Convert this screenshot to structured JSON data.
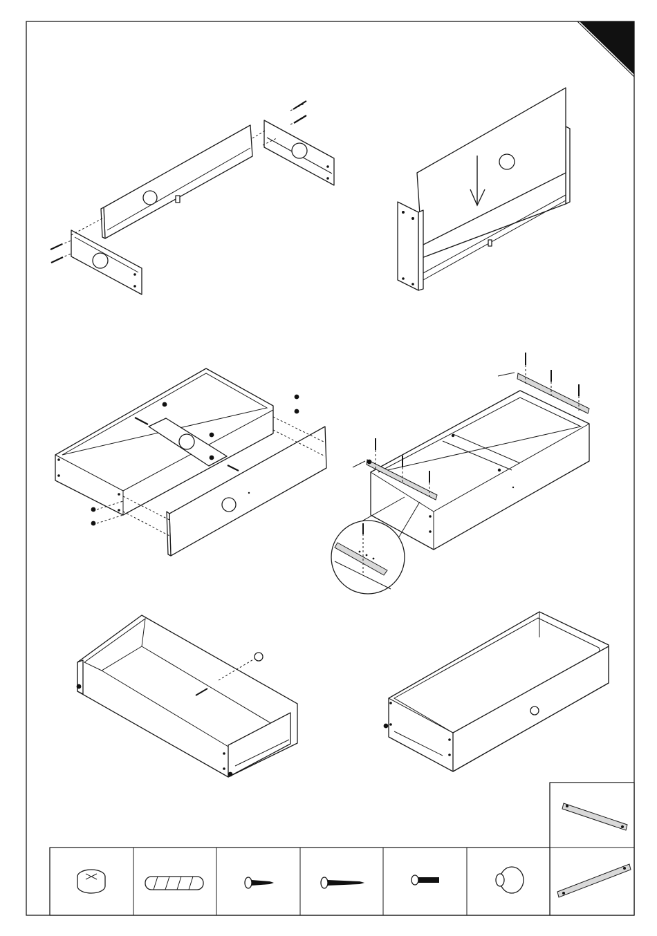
{
  "page": {
    "border_color": "#1a1a1a",
    "corner_tab_color": "#111111",
    "steps": [
      "assemble-frame",
      "insert-bottom-panel",
      "attach-front-and-rail",
      "attach-slides",
      "attach-knob",
      "finished-drawer"
    ]
  },
  "hardware_parts": [
    {
      "icon": "cam-lock-icon"
    },
    {
      "icon": "wooden-dowel-icon"
    },
    {
      "icon": "short-wood-screw-icon"
    },
    {
      "icon": "long-wood-screw-icon"
    },
    {
      "icon": "machine-bolt-icon"
    },
    {
      "icon": "drawer-knob-icon"
    },
    {
      "icon": "drawer-slide-pair-icon"
    }
  ]
}
